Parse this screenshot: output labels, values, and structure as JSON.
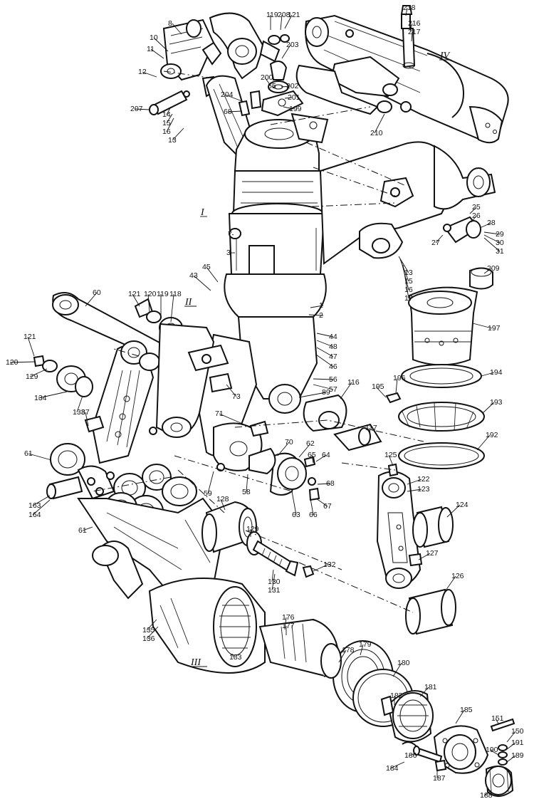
{
  "labels": [
    {
      "id": "l218",
      "text": "218"
    },
    {
      "id": "l216",
      "text": "216"
    },
    {
      "id": "l217",
      "text": "217"
    },
    {
      "id": "l119a",
      "text": "119"
    },
    {
      "id": "l208",
      "text": "208"
    },
    {
      "id": "l121a",
      "text": "121"
    },
    {
      "id": "l203",
      "text": "203"
    },
    {
      "id": "l8",
      "text": "8"
    },
    {
      "id": "l10",
      "text": "10"
    },
    {
      "id": "l11",
      "text": "11"
    },
    {
      "id": "l12",
      "text": "12"
    },
    {
      "id": "l200",
      "text": "200"
    },
    {
      "id": "l65a",
      "text": "65"
    },
    {
      "id": "l202",
      "text": "202"
    },
    {
      "id": "l204",
      "text": "204"
    },
    {
      "id": "l201",
      "text": "201"
    },
    {
      "id": "l199",
      "text": "199"
    },
    {
      "id": "l207",
      "text": "207"
    },
    {
      "id": "l14",
      "text": "14"
    },
    {
      "id": "l15a",
      "text": "15"
    },
    {
      "id": "l16a",
      "text": "16"
    },
    {
      "id": "l68a",
      "text": "68"
    },
    {
      "id": "l210",
      "text": "210"
    },
    {
      "id": "l13a",
      "text": "13"
    },
    {
      "id": "l25",
      "text": "25"
    },
    {
      "id": "l26",
      "text": "26"
    },
    {
      "id": "l28",
      "text": "28"
    },
    {
      "id": "l29",
      "text": "29"
    },
    {
      "id": "l30",
      "text": "30"
    },
    {
      "id": "l31",
      "text": "31"
    },
    {
      "id": "l7",
      "text": "7"
    },
    {
      "id": "l27",
      "text": "27"
    },
    {
      "id": "l3",
      "text": "3"
    },
    {
      "id": "l13b",
      "text": "13"
    },
    {
      "id": "l15b",
      "text": "15"
    },
    {
      "id": "l16b",
      "text": "16"
    },
    {
      "id": "l17",
      "text": "17"
    },
    {
      "id": "l209",
      "text": "209"
    },
    {
      "id": "l43",
      "text": "43"
    },
    {
      "id": "l45",
      "text": "45"
    },
    {
      "id": "l60",
      "text": "60"
    },
    {
      "id": "l121b",
      "text": "121"
    },
    {
      "id": "l120a",
      "text": "120"
    },
    {
      "id": "l119b",
      "text": "119"
    },
    {
      "id": "l118",
      "text": "118"
    },
    {
      "id": "l1",
      "text": "1"
    },
    {
      "id": "l2",
      "text": "2"
    },
    {
      "id": "l197",
      "text": "197"
    },
    {
      "id": "l44",
      "text": "44"
    },
    {
      "id": "l48",
      "text": "48"
    },
    {
      "id": "l47",
      "text": "47"
    },
    {
      "id": "l46",
      "text": "46"
    },
    {
      "id": "l121c",
      "text": "121"
    },
    {
      "id": "l120b",
      "text": "120"
    },
    {
      "id": "l56",
      "text": "56"
    },
    {
      "id": "l57",
      "text": "57"
    },
    {
      "id": "l129a",
      "text": "129"
    },
    {
      "id": "l134",
      "text": "134"
    },
    {
      "id": "l89",
      "text": "89"
    },
    {
      "id": "l133",
      "text": "133"
    },
    {
      "id": "l73",
      "text": "73"
    },
    {
      "id": "l194",
      "text": "194"
    },
    {
      "id": "l196",
      "text": "196"
    },
    {
      "id": "l195",
      "text": "195"
    },
    {
      "id": "l116",
      "text": "116"
    },
    {
      "id": "l193",
      "text": "193"
    },
    {
      "id": "l87",
      "text": "87"
    },
    {
      "id": "l71",
      "text": "71"
    },
    {
      "id": "l117",
      "text": "117"
    },
    {
      "id": "l192",
      "text": "192"
    },
    {
      "id": "l70",
      "text": "70"
    },
    {
      "id": "l62",
      "text": "62"
    },
    {
      "id": "l125",
      "text": "125"
    },
    {
      "id": "l61a",
      "text": "61"
    },
    {
      "id": "l65b",
      "text": "65"
    },
    {
      "id": "l64",
      "text": "64"
    },
    {
      "id": "l122",
      "text": "122"
    },
    {
      "id": "l123",
      "text": "123"
    },
    {
      "id": "l68b",
      "text": "68"
    },
    {
      "id": "l59",
      "text": "59"
    },
    {
      "id": "l58b",
      "text": "58"
    },
    {
      "id": "l63",
      "text": "63"
    },
    {
      "id": "l66",
      "text": "66"
    },
    {
      "id": "l67",
      "text": "67"
    },
    {
      "id": "l163",
      "text": "163"
    },
    {
      "id": "l164",
      "text": "164"
    },
    {
      "id": "l124",
      "text": "124"
    },
    {
      "id": "l128",
      "text": "128"
    },
    {
      "id": "l61b",
      "text": "61"
    },
    {
      "id": "l129b",
      "text": "129"
    },
    {
      "id": "l127",
      "text": "127"
    },
    {
      "id": "l130",
      "text": "130"
    },
    {
      "id": "l131",
      "text": "131"
    },
    {
      "id": "l132",
      "text": "132"
    },
    {
      "id": "l126",
      "text": "126"
    },
    {
      "id": "l176",
      "text": "176"
    },
    {
      "id": "l177",
      "text": "177"
    },
    {
      "id": "l135",
      "text": "135"
    },
    {
      "id": "l136",
      "text": "136"
    },
    {
      "id": "l178",
      "text": "178"
    },
    {
      "id": "l179",
      "text": "179"
    },
    {
      "id": "l183",
      "text": "183"
    },
    {
      "id": "l180",
      "text": "180"
    },
    {
      "id": "l182",
      "text": "182"
    },
    {
      "id": "l181",
      "text": "181"
    },
    {
      "id": "l185",
      "text": "185"
    },
    {
      "id": "l151",
      "text": "151"
    },
    {
      "id": "l150",
      "text": "150"
    },
    {
      "id": "l191",
      "text": "191"
    },
    {
      "id": "l190",
      "text": "190"
    },
    {
      "id": "l189",
      "text": "189"
    },
    {
      "id": "l186",
      "text": "186"
    },
    {
      "id": "l184",
      "text": "184"
    },
    {
      "id": "l187",
      "text": "187"
    },
    {
      "id": "l188",
      "text": "188"
    }
  ],
  "roman_labels": [
    {
      "id": "rIV",
      "text": "IV"
    },
    {
      "id": "rI",
      "text": "I"
    },
    {
      "id": "rII",
      "text": "II"
    },
    {
      "id": "rIII",
      "text": "III"
    }
  ]
}
